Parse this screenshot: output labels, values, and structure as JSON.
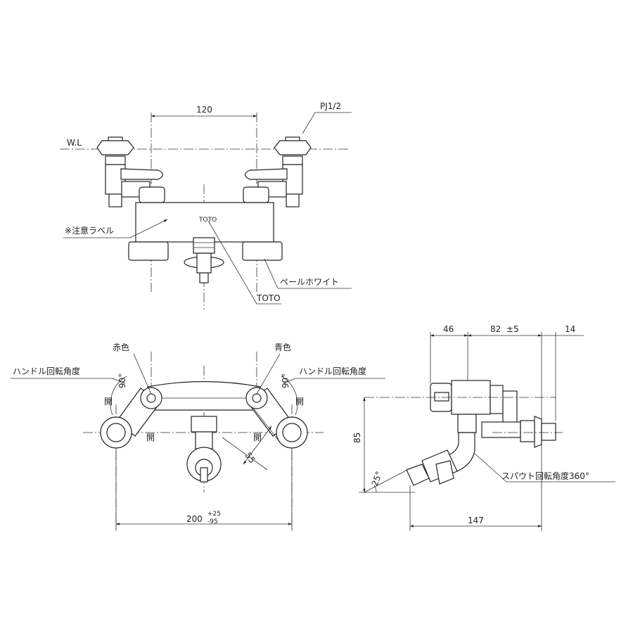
{
  "labels": {
    "wl": "W.L",
    "pj": "PJ1/2",
    "dim_120": "120",
    "caution_label": "※注意ラベル",
    "pale_white": "ペールホワイト",
    "toto_callout": "TOTO",
    "toto_logo": "TOTO",
    "red": "赤色",
    "blue": "青色",
    "handle_angle_left": "ハンドル回転角度",
    "handle_angle_right": "ハンドル回転角度",
    "deg90_left": "90°",
    "deg90_right": "90°",
    "open_1": "開",
    "open_2": "開",
    "open_3": "開",
    "open_4": "開",
    "dim_55": "55",
    "dim_200": "200",
    "dim_200_tol_plus": "+25",
    "dim_200_tol_minus": "-95",
    "dim_46": "46",
    "dim_82": "82",
    "dim_82_tol": "±5",
    "dim_14": "14",
    "dim_85": "85",
    "dim_25deg": "25°",
    "spout_rotation": "スパウト回転角度360°",
    "dim_147": "147"
  }
}
